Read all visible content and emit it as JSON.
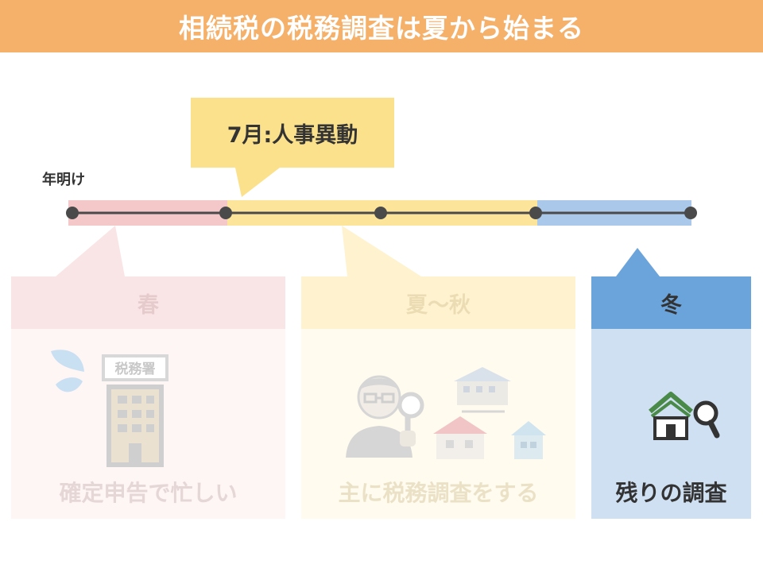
{
  "header": {
    "title": "相続税の税務調査は夏から始まる"
  },
  "callout": {
    "label": "7月:人事異動"
  },
  "timeline": {
    "start_label": "年明け"
  },
  "colors": {
    "header": "#f5b06a",
    "spring": "#f4c7c9",
    "summer": "#fde49b",
    "winter": "#a9c8ea",
    "winter_active": "#6ba3db",
    "line": "#4a4a4a"
  },
  "panels": [
    {
      "season": "春",
      "caption": "確定申告で忙しい",
      "icons": [
        "sweat-drop-icon",
        "tax-office-building-icon"
      ],
      "building_sign": "税務署",
      "active": false
    },
    {
      "season": "夏～秋",
      "caption": "主に税務調査をする",
      "icons": [
        "inspector-with-magnifier-icon",
        "houses-icon"
      ],
      "active": false
    },
    {
      "season": "冬",
      "caption": "残りの調査",
      "icons": [
        "house-search-icon"
      ],
      "active": true
    }
  ]
}
